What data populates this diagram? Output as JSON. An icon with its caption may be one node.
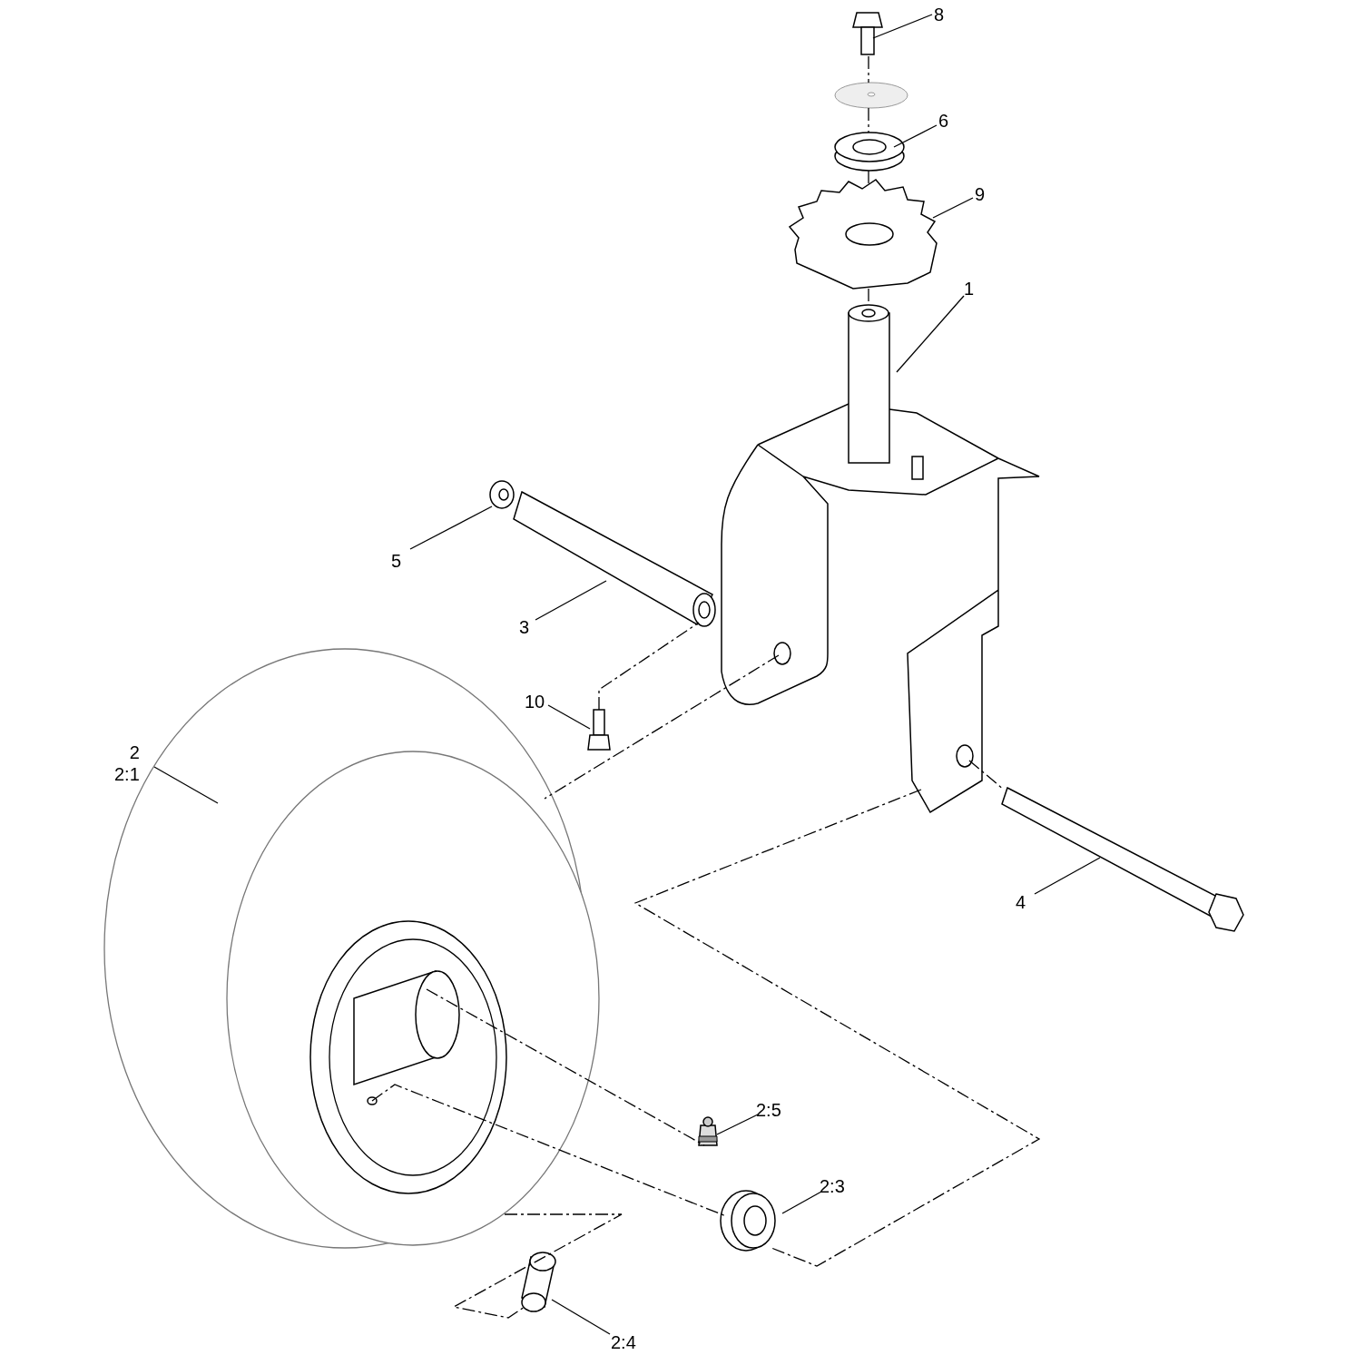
{
  "diagram": {
    "nodes": [
      {
        "text": [
          "8"
        ]
      },
      {
        "text": [],
        "shape": "picture"
      },
      {
        "text": [
          "6"
        ]
      },
      {
        "text": [],
        "shape": "picture"
      },
      {
        "text": [
          "9"
        ]
      },
      {
        "text": [],
        "shape": "picture"
      },
      {
        "text": [
          "1"
        ]
      },
      {
        "text": [],
        "shape": "picture"
      },
      {
        "text": [
          "5"
        ]
      },
      {
        "text": [],
        "shape": "picture"
      },
      {
        "text": [
          "3"
        ]
      },
      {
        "text": [],
        "shape": "picture"
      },
      {
        "text": [
          "10"
        ]
      },
      {
        "text": [],
        "shape": "picture"
      },
      {
        "text": [
          "2",
          "2:1"
        ]
      },
      {
        "text": [],
        "shape": "picture"
      },
      {
        "text": [
          "4"
        ]
      },
      {
        "text": [],
        "shape": "picture"
      },
      {
        "text": [
          "2:5"
        ]
      },
      {
        "text": [],
        "shape": "picture"
      },
      {
        "text": [
          "2:3"
        ]
      },
      {
        "text": [],
        "shape": "picture"
      },
      {
        "text": [
          "2:4"
        ]
      },
      {
        "text": [],
        "shape": "picture"
      },
      {
        "text": [],
        "shape": "picture"
      }
    ],
    "edges": [
      {
        "from": 0,
        "to": 1,
        "arrow": "none"
      },
      {
        "from": 2,
        "to": 3,
        "arrow": "none"
      },
      {
        "from": 4,
        "to": 5,
        "arrow": "none"
      },
      {
        "from": 6,
        "to": 7,
        "arrow": "none"
      },
      {
        "from": 8,
        "to": 9,
        "arrow": "none"
      },
      {
        "from": 10,
        "to": 11,
        "arrow": "none"
      },
      {
        "from": 12,
        "to": 13,
        "arrow": "none"
      },
      {
        "from": 14,
        "to": 15,
        "arrow": "none"
      },
      {
        "from": 16,
        "to": 17,
        "arrow": "none"
      },
      {
        "from": 18,
        "to": 19,
        "arrow": "none"
      },
      {
        "from": 20,
        "to": 21,
        "arrow": "none"
      },
      {
        "from": 22,
        "to": 23,
        "arrow": "none"
      },
      {
        "from": 1,
        "to": 24,
        "arrow": "none",
        "style": "dashed"
      },
      {
        "from": 24,
        "to": 3,
        "arrow": "none",
        "style": "dashed"
      },
      {
        "from": 3,
        "to": 5,
        "arrow": "none",
        "style": "dashed"
      },
      {
        "from": 5,
        "to": 7,
        "arrow": "none",
        "style": "dashed"
      },
      {
        "from": 7,
        "to": 15,
        "arrow": "none",
        "style": "dashed"
      },
      {
        "from": 13,
        "to": 11,
        "arrow": "none",
        "style": "dashed"
      },
      {
        "from": 7,
        "to": 17,
        "arrow": "none",
        "style": "dashed"
      },
      {
        "from": 7,
        "to": 21,
        "arrow": "none",
        "style": "dashed"
      },
      {
        "from": 15,
        "to": 19,
        "arrow": "none",
        "style": "dashed"
      },
      {
        "from": 15,
        "to": 21,
        "arrow": "none",
        "style": "dashed"
      },
      {
        "from": 15,
        "to": 23,
        "arrow": "none",
        "style": "dashed"
      }
    ]
  }
}
